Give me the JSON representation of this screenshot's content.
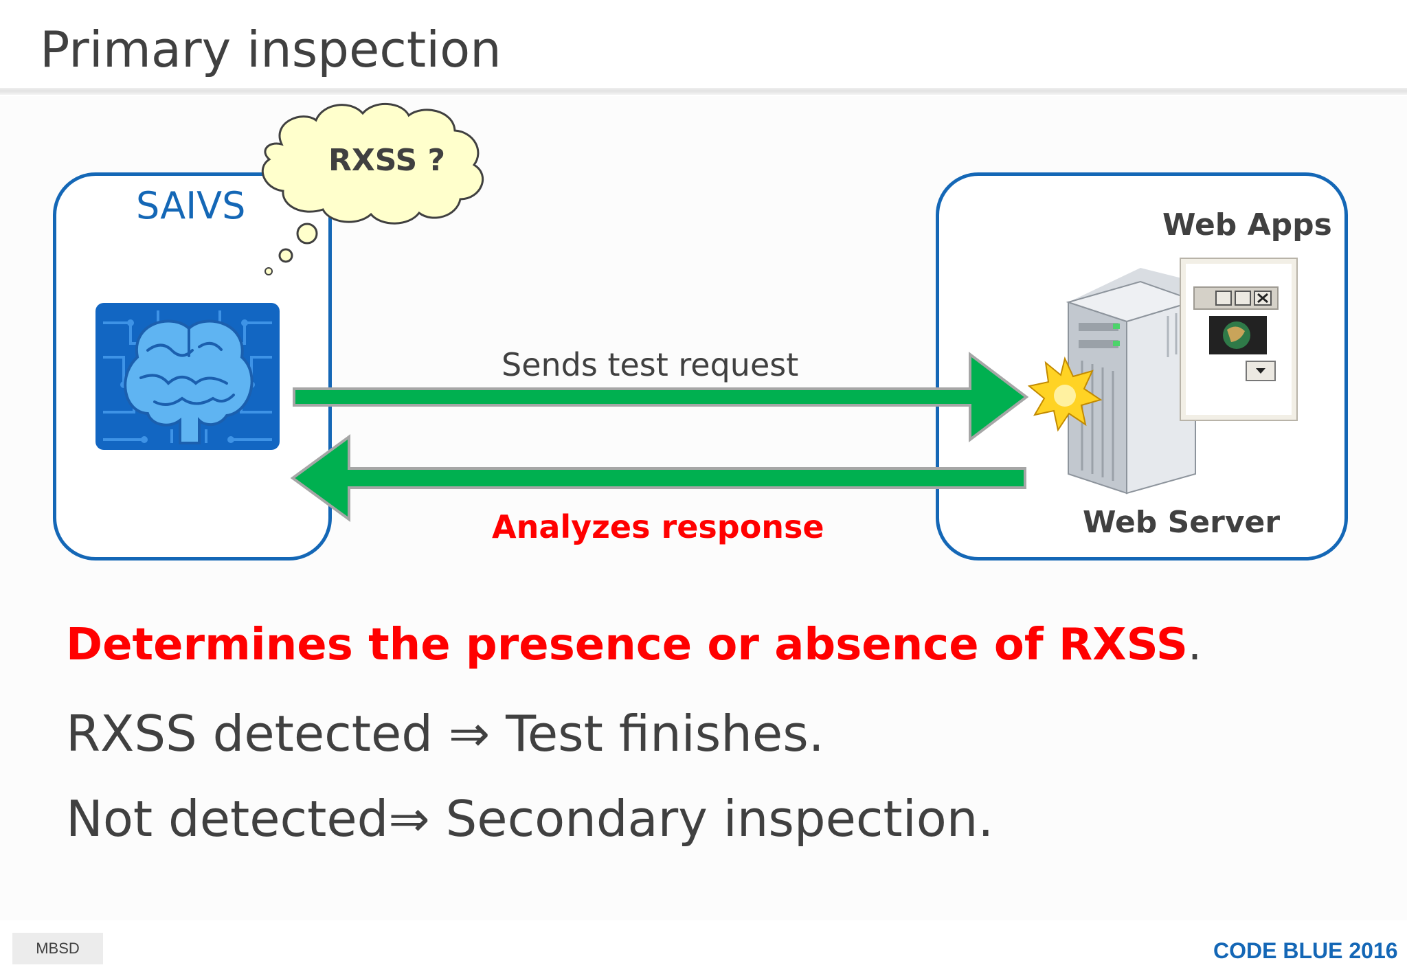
{
  "slide": {
    "title": "Primary inspection"
  },
  "diagram": {
    "scanner_label": "SAIVS",
    "thought_bubble": "RXSS ?",
    "web_apps_label": "Web Apps",
    "web_server_label": "Web Server",
    "request_label": "Sends test request",
    "response_label": "Analyzes response"
  },
  "body": {
    "line1_text": "Determines the presence or absence of RXSS",
    "line1_period": ".",
    "line2": "RXSS detected ⇒ Test finishes.",
    "line3": "Not detected⇒ Secondary inspection."
  },
  "footer": {
    "left_tag": "MBSD",
    "brand": "CODE BLUE 2016"
  },
  "colors": {
    "box_border": "#1467b6",
    "arrow_green": "#00b050",
    "accent_red": "#ff0000",
    "brand_blue": "#1467b6"
  }
}
